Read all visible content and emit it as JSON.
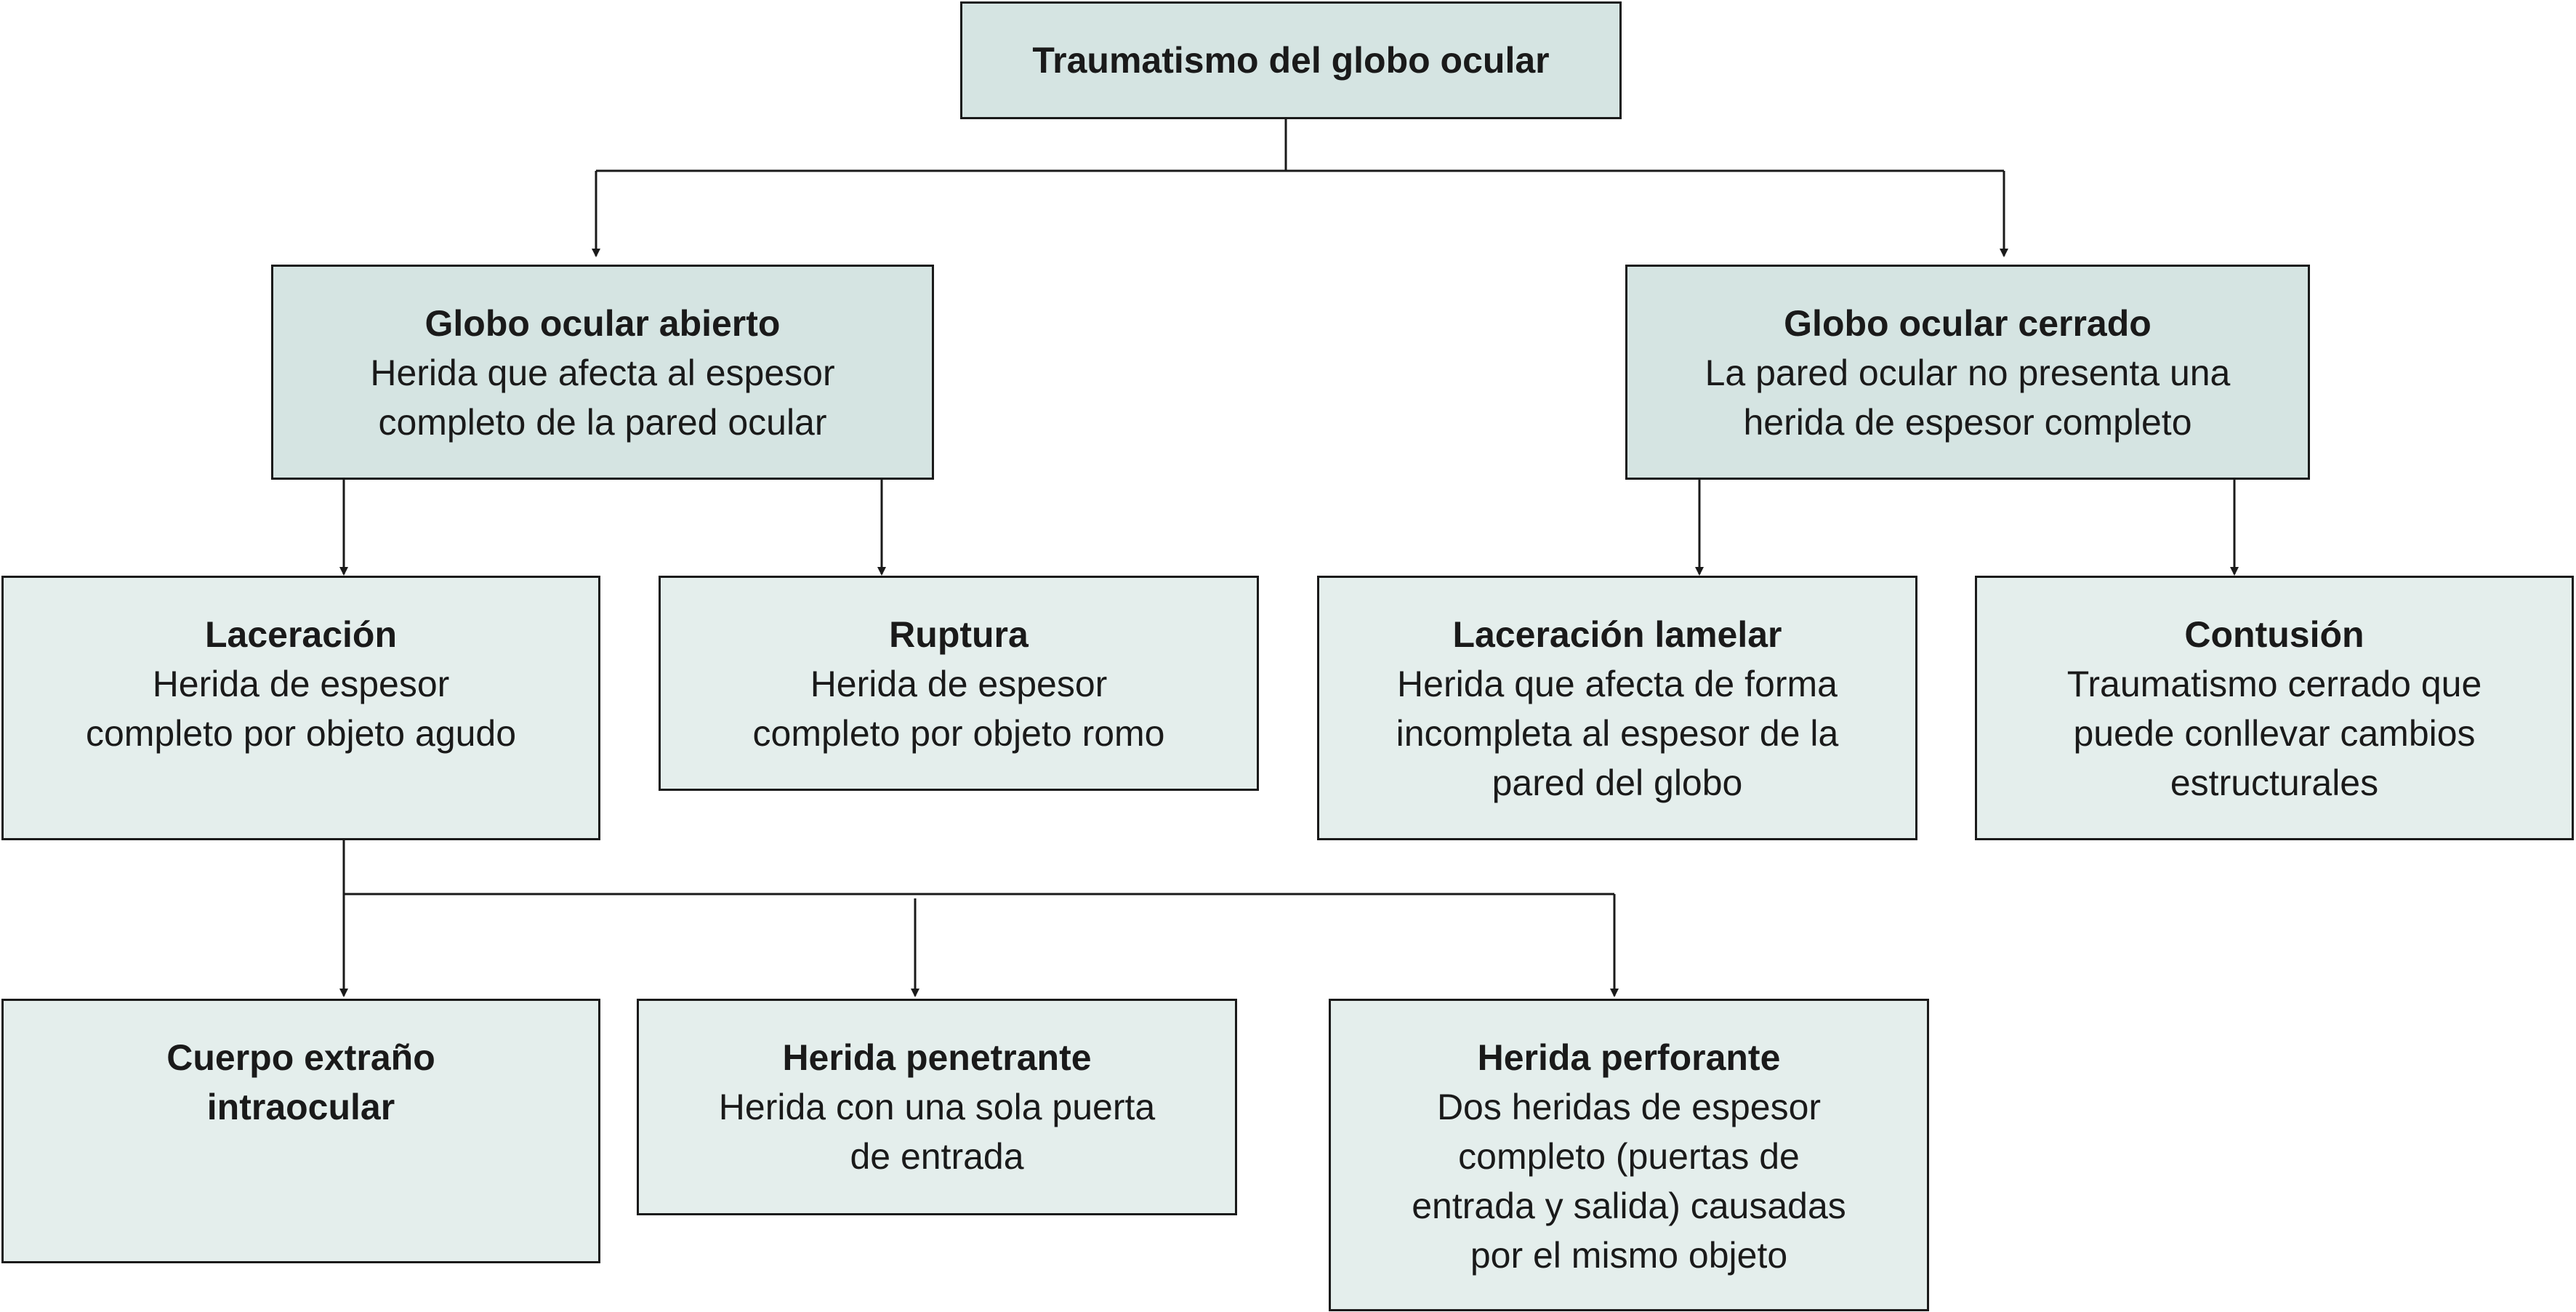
{
  "root": {
    "title": "Traumatismo del globo ocular"
  },
  "open_globe": {
    "title": "Globo ocular abierto",
    "desc": "Herida que afecta al espesor\ncompleto de la pared ocular"
  },
  "closed_globe": {
    "title": "Globo ocular cerrado",
    "desc": "La pared ocular no presenta una\nherida de espesor completo"
  },
  "laceration": {
    "title": "Laceración",
    "desc": "Herida de espesor\ncompleto por objeto agudo"
  },
  "rupture": {
    "title": "Ruptura",
    "desc": "Herida de espesor\ncompleto por objeto romo"
  },
  "lamellar_laceration": {
    "title": "Laceración lamelar",
    "desc": "Herida que afecta de forma\nincompleta al espesor de la\npared del globo"
  },
  "contusion": {
    "title": "Contusión",
    "desc": "Traumatismo cerrado que\npuede conllevar cambios\nestructurales"
  },
  "foreign_body": {
    "title": "Cuerpo extraño\nintraocular"
  },
  "penetrating": {
    "title": "Herida penetrante",
    "desc": "Herida con una sola puerta\nde entrada"
  },
  "perforating": {
    "title": "Herida perforante",
    "desc": "Dos heridas de espesor\ncompleto (puertas de\nentrada y salida) causadas\npor el mismo objeto"
  },
  "colors": {
    "box_fill_primary": "#d5e4e2",
    "box_fill_secondary": "#e4eeec",
    "line": "#1a1a1a"
  }
}
